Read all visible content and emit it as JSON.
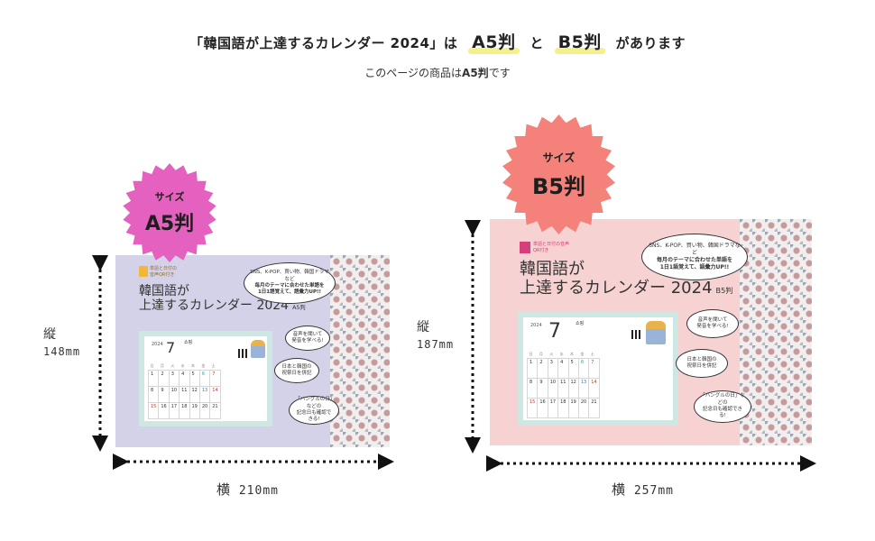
{
  "header": {
    "prefix": "「韓国語が上達するカレンダー 2024」は",
    "size_a": "A5判",
    "connector": "と",
    "size_b": "B5判",
    "suffix": "があります"
  },
  "subheader": {
    "prefix": "このページの商品は",
    "size": "A5判",
    "suffix": "です"
  },
  "products": [
    {
      "badge_label": "サイズ",
      "badge_size": "A5判",
      "badge_color": "#e461c0",
      "logo_text": "単語と日付の音声QR付き",
      "title_line1": "韓国語が",
      "title_line2": "上達するカレンダー 2024",
      "edition": "A5判",
      "bubble_top_line1": "SNS、K-POP、買い物、韓国ドラマなど",
      "bubble_top_line2": "毎月のテーマに合わせた単語を",
      "bubble_top_line3": "1日1語覚えて、語彙力UP!!",
      "bubble_mid_line1": "音声を聞いて",
      "bubble_mid_line2": "発音を学べる!",
      "bubble_low_line1": "日本と韓国の",
      "bubble_low_line2": "祝祭日を併記",
      "bubble_bot_line1": "「ハングルの日」などの",
      "bubble_bot_line2": "記念日も確認できる!",
      "height_label": "縦",
      "height_value": "148mm",
      "width_label": "横",
      "width_value": "210mm"
    },
    {
      "badge_label": "サイズ",
      "badge_size": "B5判",
      "badge_color": "#f4817a",
      "logo_text": "単語と日付の音声QR付き",
      "title_line1": "韓国語が",
      "title_line2": "上達するカレンダー 2024",
      "edition": "B5判",
      "bubble_top_line1": "SNS、K-POP、買い物、韓国ドラマなど",
      "bubble_top_line2": "毎月のテーマに合わせた単語を",
      "bubble_top_line3": "1日1語覚えて、語彙力UP!!",
      "bubble_mid_line1": "音声を聞いて",
      "bubble_mid_line2": "発音を学べる!",
      "bubble_low_line1": "日本と韓国の",
      "bubble_low_line2": "祝祭日を併記",
      "bubble_bot_line1": "「ハングルの日」などの",
      "bubble_bot_line2": "記念日も確認できる!",
      "height_label": "縦",
      "height_value": "187mm",
      "width_label": "横",
      "width_value": "257mm"
    }
  ],
  "calendar": {
    "year": "2024",
    "month": "7",
    "word": "쇼핑",
    "weekdays": [
      "日",
      "月",
      "火",
      "水",
      "木",
      "金",
      "土"
    ],
    "week1": [
      "1",
      "2",
      "3",
      "4",
      "5",
      "6",
      "7"
    ],
    "week2": [
      "8",
      "9",
      "10",
      "11",
      "12",
      "13",
      "14"
    ],
    "week3": [
      "15",
      "16",
      "17",
      "18",
      "19",
      "20",
      "21"
    ]
  },
  "colors": {
    "a5_background": "#d3d2e8",
    "b5_background": "#f6d2d2",
    "highlight": "#f4f08a"
  }
}
